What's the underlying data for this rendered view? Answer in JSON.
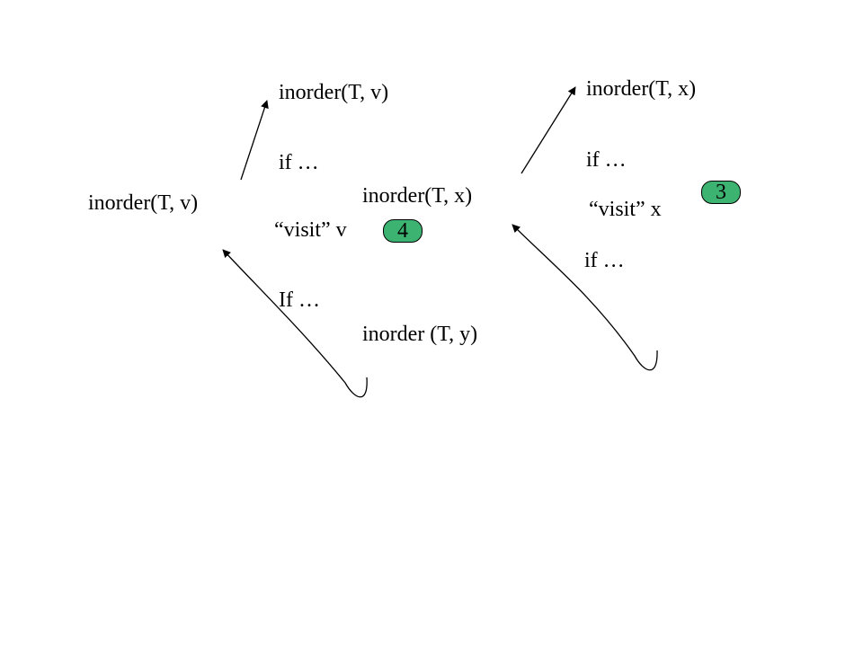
{
  "colors": {
    "background": "#ffffff",
    "text": "#000000",
    "badge_fill": "#3cb371"
  },
  "left_frame": {
    "call": "inorder(T, v)"
  },
  "middle_frame": {
    "header": "inorder(T, v)",
    "if_line": "if …",
    "recursive_call_x": "inorder(T, x)",
    "visit_line": "“visit” v",
    "visit_badge": "4",
    "if_line_2": "If …",
    "recursive_call_y": "inorder (T, y)"
  },
  "right_frame": {
    "header": "inorder(T, x)",
    "if_line": "if …",
    "visit_line": "“visit” x",
    "visit_badge": "3",
    "if_line_2": "if …"
  },
  "arrows": [
    {
      "name": "call-arrow-v",
      "kind": "call"
    },
    {
      "name": "call-arrow-x",
      "kind": "call"
    },
    {
      "name": "return-arrow-x",
      "kind": "return"
    },
    {
      "name": "return-arrow-y",
      "kind": "return"
    }
  ]
}
